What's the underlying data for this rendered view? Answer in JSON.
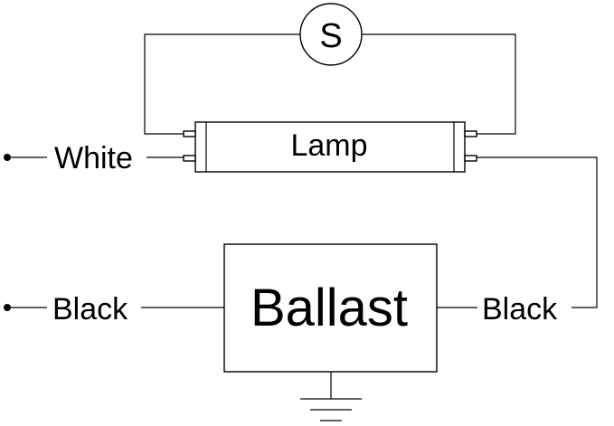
{
  "diagram": {
    "starter_label": "S",
    "lamp_label": "Lamp",
    "ballast_label": "Ballast",
    "white_wire_label": "White",
    "black_wire_left_label": "Black",
    "black_wire_right_label": "Black"
  }
}
